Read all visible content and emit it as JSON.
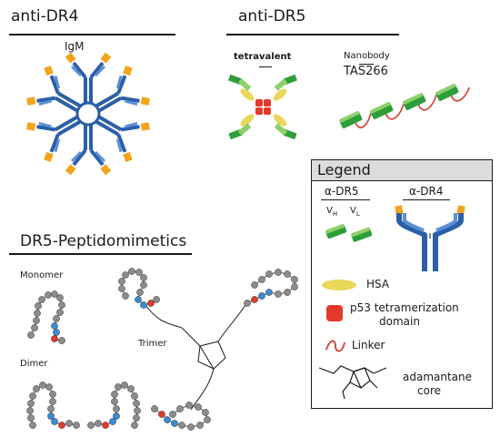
{
  "sections": {
    "anti_dr4": "anti-DR4",
    "anti_dr5": "anti-DR5",
    "dr5_peptidomimetics": "DR5-Peptidomimetics"
  },
  "labels": {
    "igm": "IgM",
    "tetravalent": "tetravalent",
    "nanobody": "Nanobody",
    "tas266": "TAS266",
    "monomer": "Monomer",
    "dimer": "Dimer",
    "trimer": "Trimer"
  },
  "legend": {
    "title": "Legend",
    "alpha_dr5": "α-DR5",
    "alpha_dr4": "α-DR4",
    "vh": "V",
    "vh_sub": "H",
    "vl": "V",
    "vl_sub": "L",
    "hsa": "HSA",
    "p53_line1": "p53 tetramerization",
    "p53_line2": "domain",
    "linker": "Linker",
    "adamantane_line1": "adamantane",
    "adamantane_line2": "core"
  },
  "colors": {
    "antibody_blue": "#2b5fa8",
    "antibody_light_blue": "#5b8fd6",
    "tip_orange": "#f2a51c",
    "nanobody_green": "#2e9e3a",
    "nanobody_light_green": "#8ed06a",
    "p53_red": "#e23a2a",
    "hsa_yellow": "#e9d85a",
    "linker_red": "#d43b2b",
    "residue_gray": "#8c8c8c",
    "residue_blue": "#3a8ad6"
  }
}
